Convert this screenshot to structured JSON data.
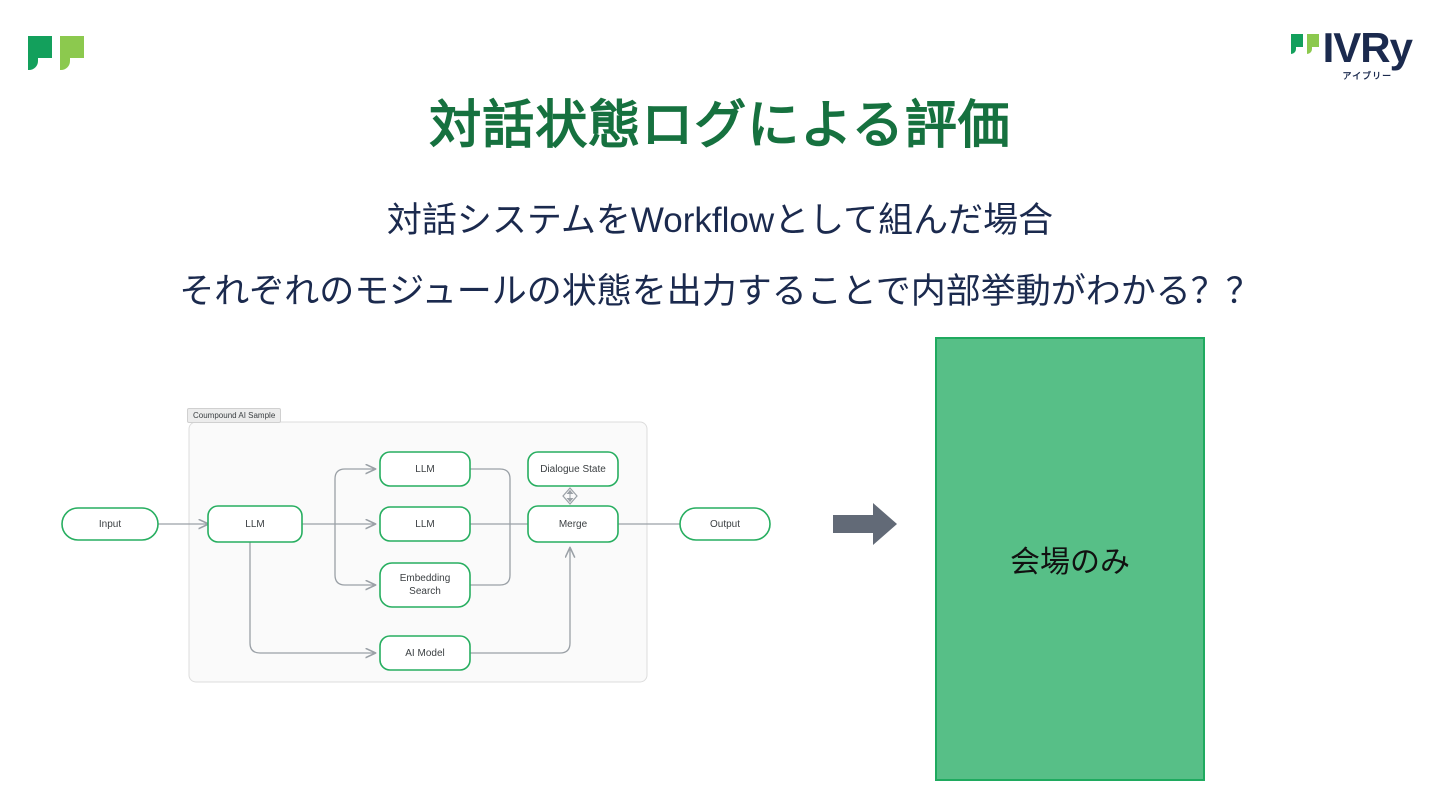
{
  "brand": {
    "left_mark": "ivry-flag-mark",
    "wordmark": "IVRy",
    "wordmark_sub": "アイブリー",
    "color_dark_green": "#13a05c",
    "color_light_green": "#8cc94e",
    "color_navy": "#1b2a4e"
  },
  "slide": {
    "title": "対話状態ログによる評価",
    "title_color": "#16713f",
    "subtitle_1": "対話システムをWorkflowとして組んだ場合",
    "subtitle_2": "それぞれのモジュールの状態を出力することで内部挙動がわかる？？"
  },
  "workflow": {
    "group_label": "Coumpound AI Sample",
    "node_border_color": "#27ae60",
    "edge_color": "#9aa0a6",
    "nodes": {
      "input": "Input",
      "router_llm": "LLM",
      "llm_top": "LLM",
      "llm_mid": "LLM",
      "embedding_search": "Embedding\nSearch",
      "embedding_search_line1": "Embedding",
      "embedding_search_line2": "Search",
      "ai_model": "AI Model",
      "dialogue_state": "Dialogue State",
      "merge": "Merge",
      "output": "Output"
    }
  },
  "transition": {
    "arrow": "right-arrow",
    "arrow_color": "#626a77"
  },
  "green_panel": {
    "text": "会場のみ",
    "fill": "#57bf87",
    "border": "#1faa5f"
  }
}
